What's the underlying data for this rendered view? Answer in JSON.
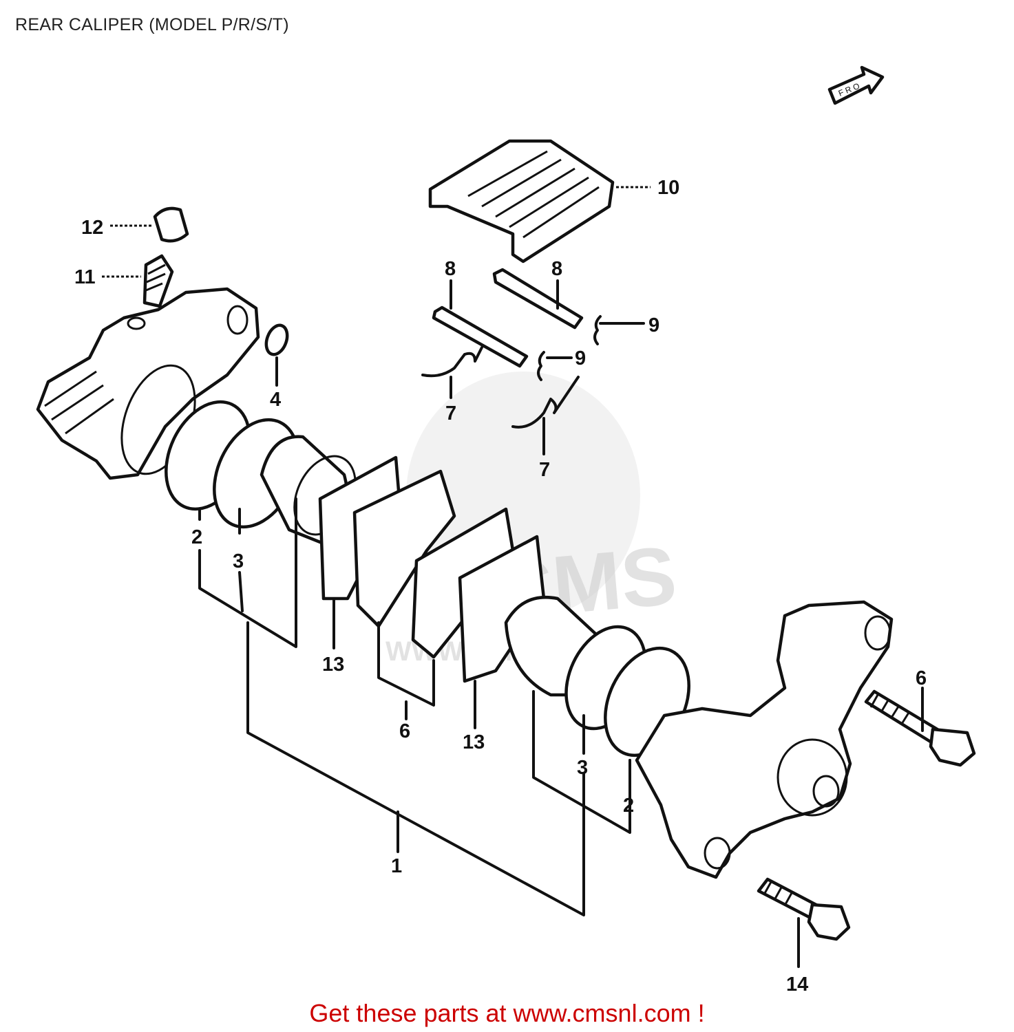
{
  "header": {
    "title": "REAR CALIPER (MODEL P/R/S/T)"
  },
  "diagram": {
    "direction_marker": "F R O",
    "watermark": {
      "logo": "CMS",
      "url": "WWW.CMSNL.COM"
    },
    "callouts": {
      "c1": "1",
      "c2a": "2",
      "c2b": "2",
      "c3a": "3",
      "c3b": "3",
      "c4": "4",
      "c6a": "6",
      "c6b": "6",
      "c7a": "7",
      "c7b": "7",
      "c8a": "8",
      "c8b": "8",
      "c9a": "9",
      "c9b": "9",
      "c10": "10",
      "c11": "11",
      "c12": "12",
      "c13a": "13",
      "c13b": "13",
      "c14": "14"
    }
  },
  "footer": {
    "link_text": "Get these parts at www.cmsnl.com !",
    "link_color": "#cc0000"
  }
}
